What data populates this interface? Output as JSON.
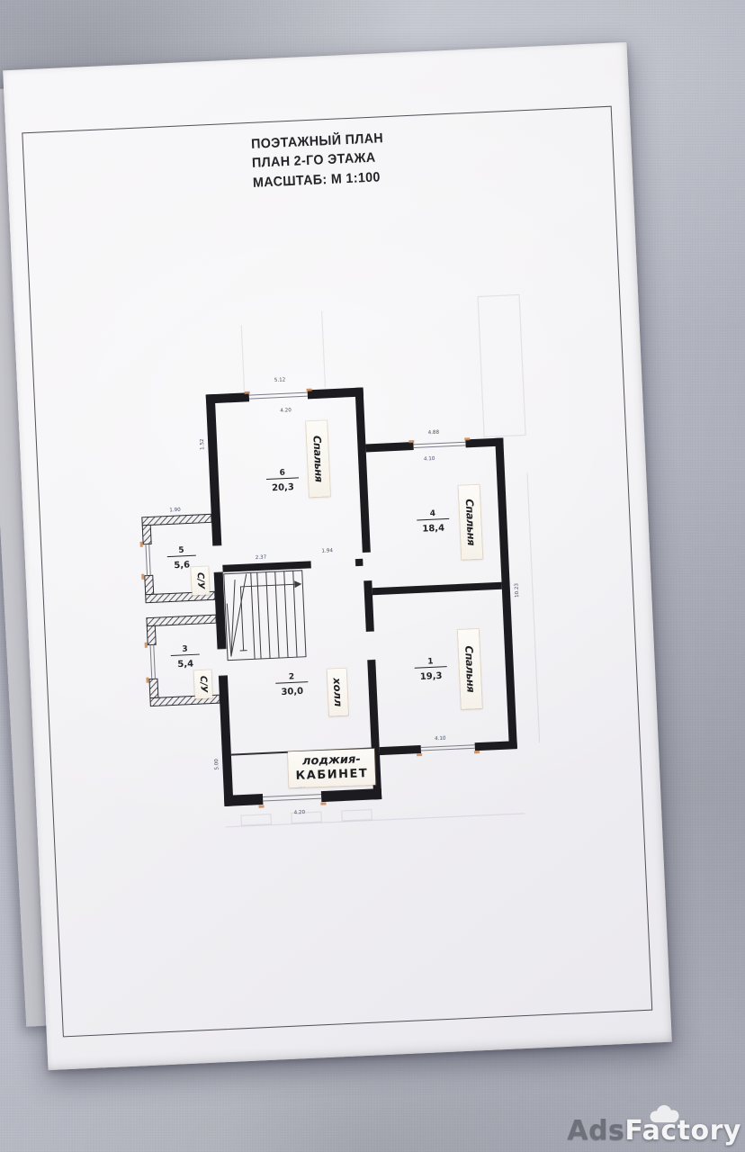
{
  "title": {
    "line1": "ПОЭТАЖНЫЙ ПЛАН",
    "line2": "ПЛАН 2-ГО ЭТАЖА",
    "line3": "МАСШТАБ: М 1:100"
  },
  "rooms": [
    {
      "number": "6",
      "area": "20,3",
      "name": "Спальня"
    },
    {
      "number": "4",
      "area": "18,4",
      "name": "Спальня"
    },
    {
      "number": "5",
      "area": "5,6",
      "name": "С/У"
    },
    {
      "number": "3",
      "area": "5,4",
      "name": "С/У"
    },
    {
      "number": "2",
      "area": "30,0",
      "name": "холл"
    },
    {
      "number": "1",
      "area": "19,3",
      "name": "Спальня"
    }
  ],
  "loggia": {
    "line1": "лоджия-",
    "line2": "КАБИНЕТ"
  },
  "dimensions": {
    "top_outer": "5.12",
    "top_inner": "4.20",
    "room6_left": "1.52",
    "room5_top": "1.90",
    "room4_top_outer": "4.88",
    "room4_top_inner": "4.10",
    "hall_left": "2.37",
    "hall_right": "1.94",
    "right_side": "10.23",
    "room1_bottom": "4.10",
    "bottom_inner": "4.20",
    "bottom_outer": "4.20",
    "left_bottom": "5.00"
  },
  "watermark": {
    "brand_a": "Ads",
    "brand_b": "Factory"
  },
  "colors": {
    "wall": "#1b1b20",
    "pen_mark": "#cd8550",
    "paper": "#f2f1f4",
    "fabric": "#b4b7c2"
  }
}
